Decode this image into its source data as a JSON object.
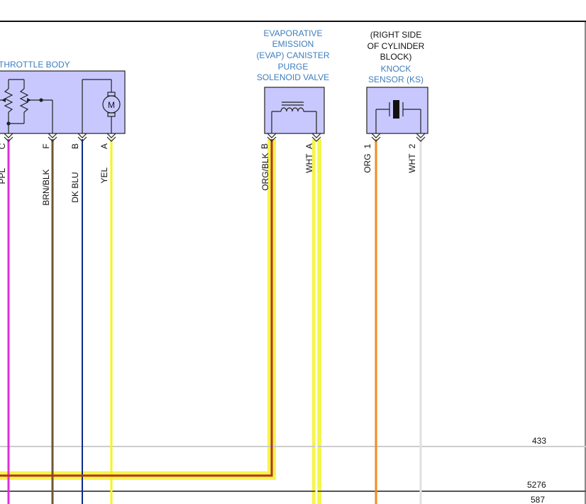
{
  "components": {
    "throttle_body": {
      "name": "THROTTLE BODY",
      "motor_symbol": "M"
    },
    "evap": {
      "name_lines": [
        "EVAPORATIVE",
        "EMISSION",
        "(EVAP) CANISTER",
        "PURGE",
        "SOLENOID VALVE"
      ]
    },
    "knock": {
      "location_lines": [
        "(RIGHT SIDE",
        "OF CYLINDER",
        "BLOCK)"
      ],
      "name_lines": [
        "KNOCK",
        "SENSOR (KS)"
      ]
    }
  },
  "pins": {
    "tb_c": "C",
    "tb_f": "F",
    "tb_b": "B",
    "tb_a": "A",
    "evap_b": "B",
    "evap_a": "A",
    "ks_1": "1",
    "ks_2": "2"
  },
  "wires": {
    "tb_c": {
      "color": "PPL",
      "hex": "#e02cd8"
    },
    "tb_f": {
      "color": "BRN/BLK",
      "hex": "#6e5535"
    },
    "tb_b": {
      "color": "DK BLU",
      "hex": "#0d2a8a"
    },
    "tb_a": {
      "color": "YEL",
      "hex": "#f5f51a"
    },
    "evap_b": {
      "color": "ORG/BLK",
      "hex": "#b5321e"
    },
    "evap_a": {
      "color": "WHT",
      "hex": "#fbfbee"
    },
    "ks_1": {
      "color": "ORG",
      "hex": "#f08a1c"
    },
    "ks_2": {
      "color": "WHT",
      "hex": "#e0e0e0"
    }
  },
  "circuits": {
    "c433": "433",
    "c5276": "5276"
  },
  "colors": {
    "component_fill": "#c8c8ff",
    "highlight": "#f5f54a",
    "line_gray": "#cccccc",
    "line_dark": "#555555"
  }
}
